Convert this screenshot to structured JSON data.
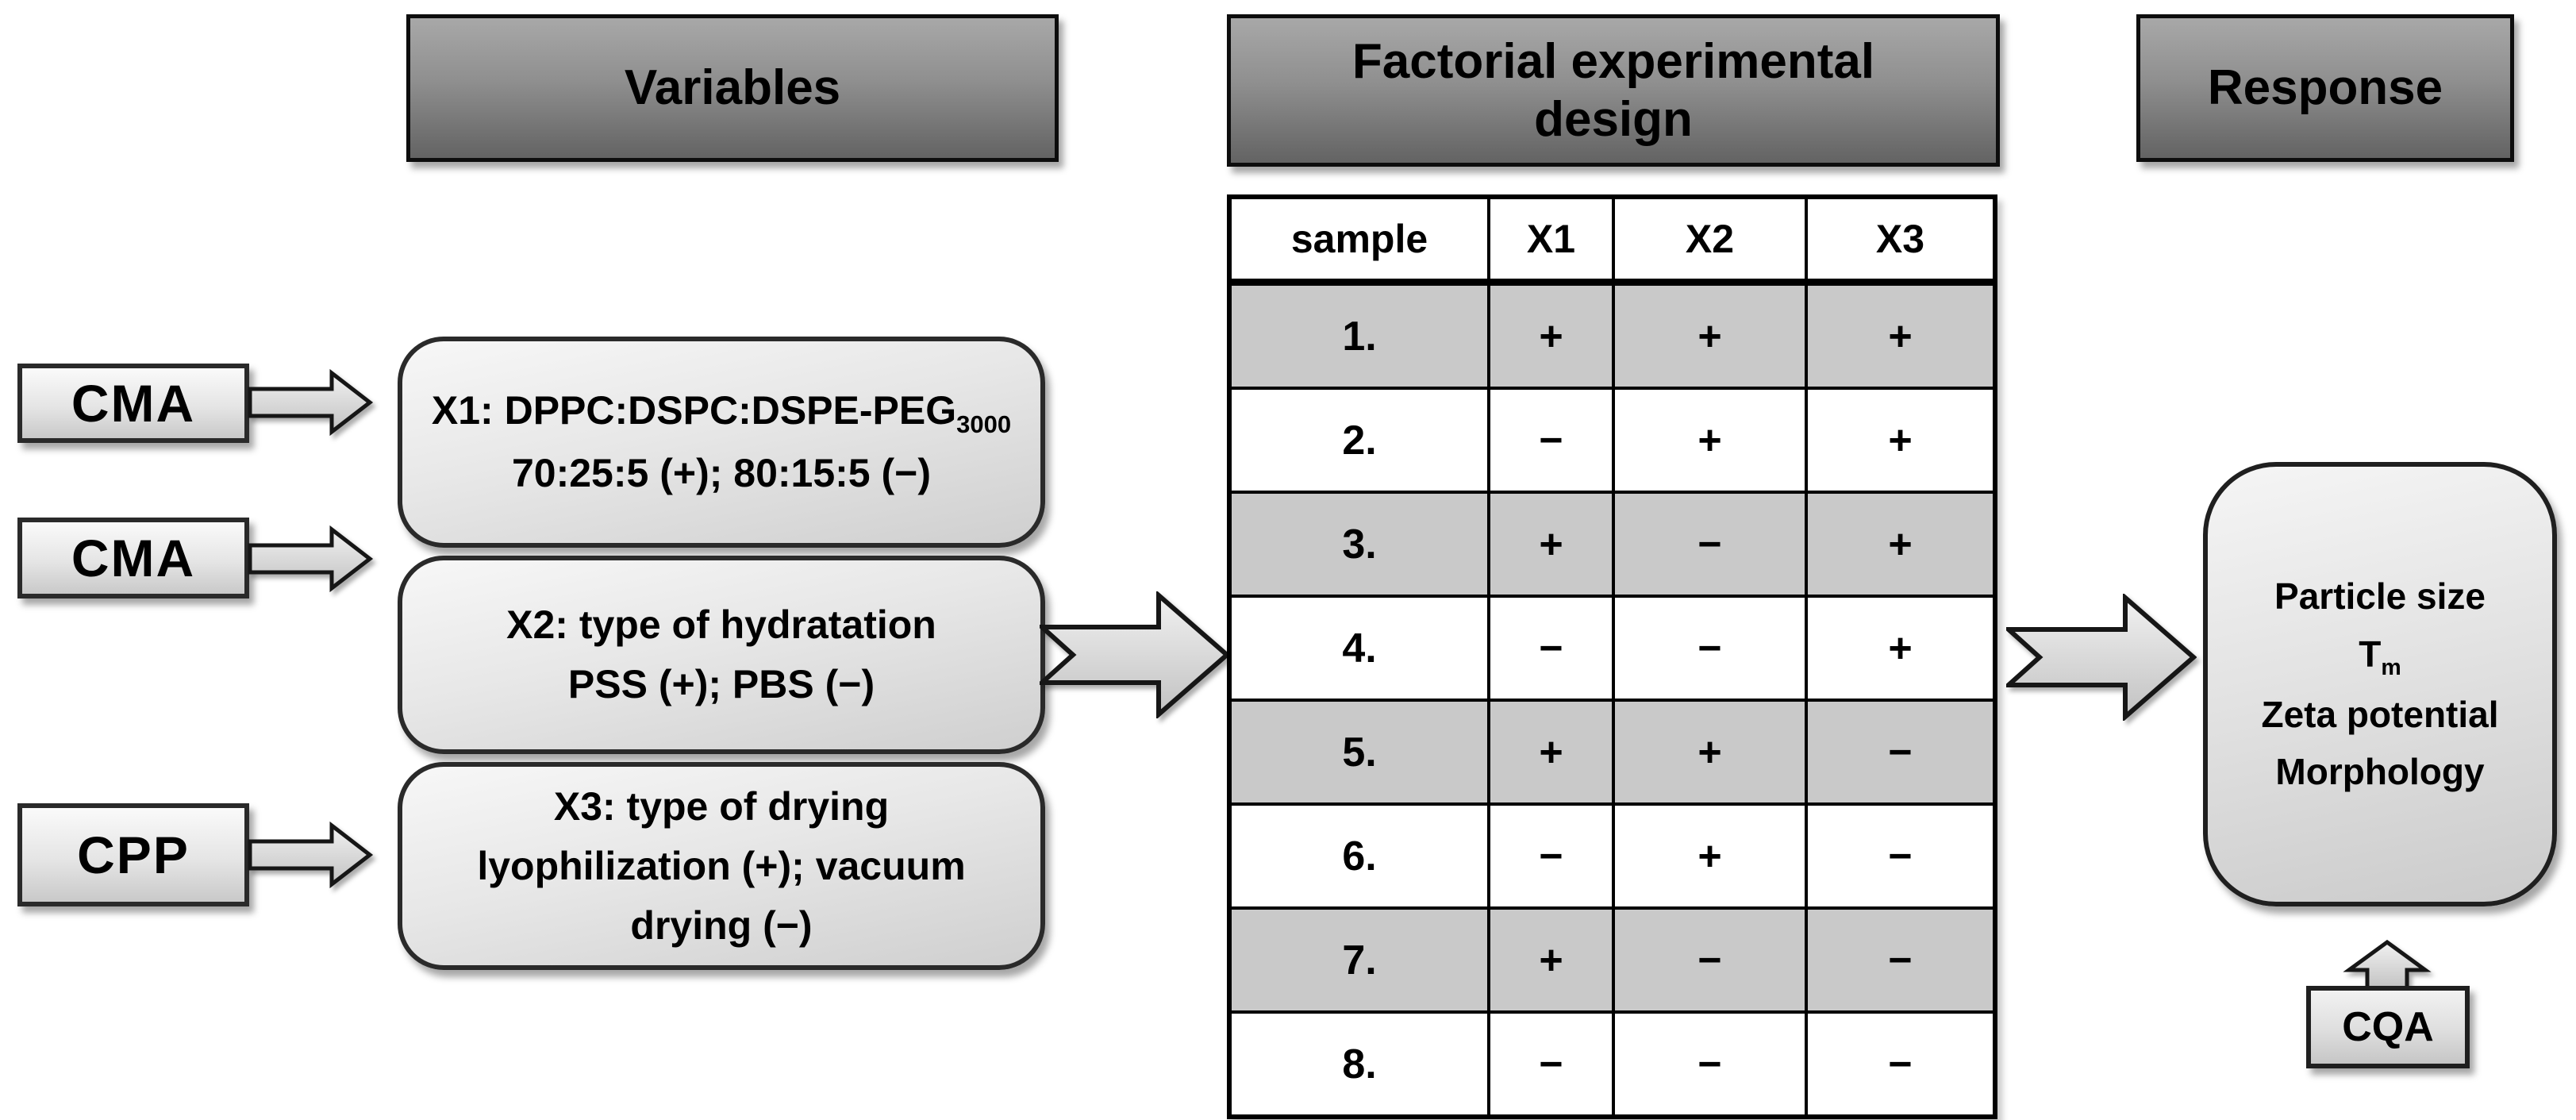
{
  "headers": {
    "variables": "Variables",
    "factorial": "Factorial experimental design",
    "response": "Response"
  },
  "input_labels": {
    "cma1": "CMA",
    "cma2": "CMA",
    "cpp": "CPP"
  },
  "variables": {
    "x1": {
      "line1_main": "X1: DPPC:DSPC:DSPE-PEG",
      "line1_sub": "3000",
      "line2": "70:25:5 (+); 80:15:5 (−)"
    },
    "x2": {
      "line1": "X2: type of hydratation",
      "line2": "PSS (+); PBS (−)"
    },
    "x3": {
      "line1": "X3: type of drying",
      "line2": "lyophilization (+); vacuum",
      "line3": "drying (−)"
    }
  },
  "table": {
    "columns": [
      "sample",
      "X1",
      "X2",
      "X3"
    ],
    "rows": [
      {
        "sample": "1.",
        "x1": "+",
        "x2": "+",
        "x3": "+",
        "shaded": true
      },
      {
        "sample": "2.",
        "x1": "−",
        "x2": "+",
        "x3": "+",
        "shaded": false
      },
      {
        "sample": "3.",
        "x1": "+",
        "x2": "−",
        "x3": "+",
        "shaded": true
      },
      {
        "sample": "4.",
        "x1": "−",
        "x2": "−",
        "x3": "+",
        "shaded": false
      },
      {
        "sample": "5.",
        "x1": "+",
        "x2": "+",
        "x3": "−",
        "shaded": true
      },
      {
        "sample": "6.",
        "x1": "−",
        "x2": "+",
        "x3": "−",
        "shaded": false
      },
      {
        "sample": "7.",
        "x1": "+",
        "x2": "−",
        "x3": "−",
        "shaded": true
      },
      {
        "sample": "8.",
        "x1": "−",
        "x2": "−",
        "x3": "−",
        "shaded": false
      }
    ]
  },
  "response_box": {
    "line1": "Particle size",
    "line2_main": "T",
    "line2_sub": "m",
    "line3": "Zeta potential",
    "line4": "Morphology"
  },
  "cqa": {
    "label": "CQA"
  },
  "colors": {
    "header_gradient_top": "#a8a8a8",
    "header_gradient_bottom": "#636363",
    "box_gradient_top": "#f7f7f7",
    "box_gradient_bottom": "#cfcfcf",
    "row_shade": "#c9c9c9",
    "border": "#1a1a1a"
  }
}
